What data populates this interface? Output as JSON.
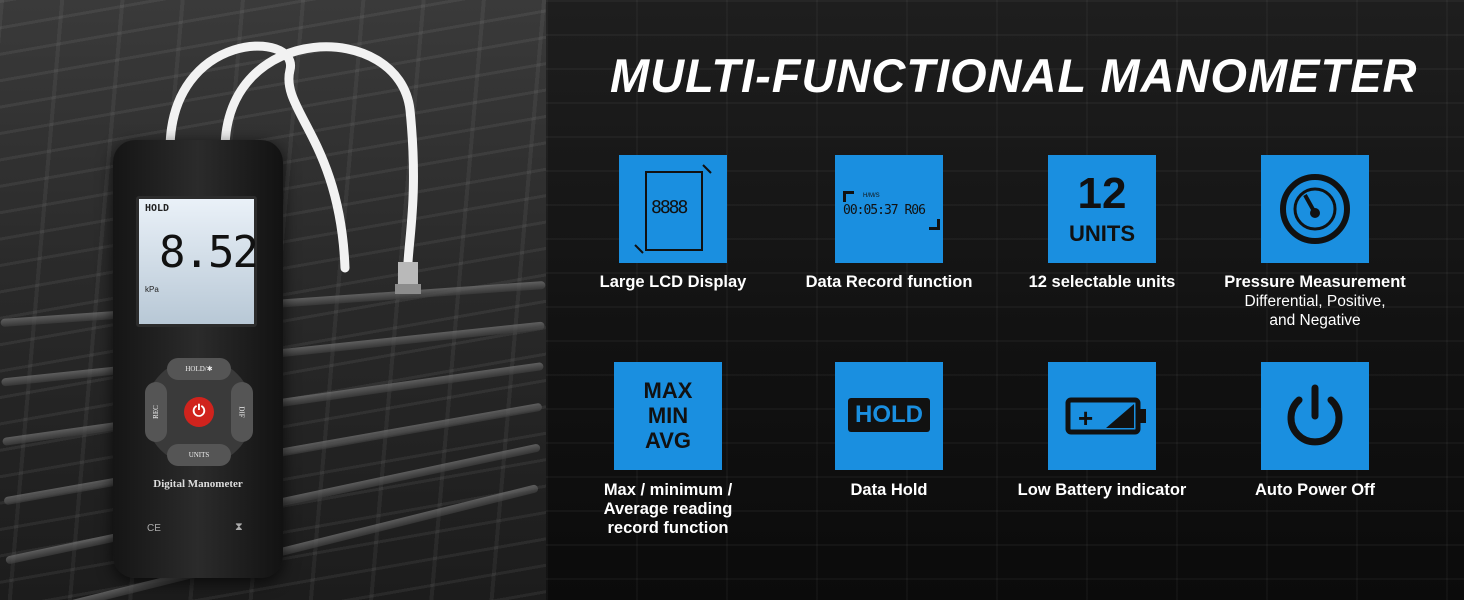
{
  "title": "MULTI-FUNCTIONAL MANOMETER",
  "device": {
    "lcd_hold": "HOLD",
    "lcd_value": "8.52",
    "lcd_unit": "kPa",
    "key_top": "HOLD/✱",
    "key_left": "REC",
    "key_right": "DIF",
    "key_bottom": "UNITS",
    "brand": "Digital Manometer",
    "ce": "CE",
    "bin": "⧗"
  },
  "tiles": {
    "lcd_digits": "8888",
    "record_hms": "H/M/S",
    "record_text": "00:05:37 R06",
    "units_number": "12",
    "units_text": "UNITS",
    "stats": [
      "MAX",
      "MIN",
      "AVG"
    ],
    "hold_text": "HOLD",
    "battery_plus": "+"
  },
  "features": [
    {
      "label": "Large LCD Display",
      "icon": "lcd-display-icon"
    },
    {
      "label": "Data Record function",
      "icon": "data-record-icon"
    },
    {
      "label": "12 selectable units",
      "icon": "units-icon"
    },
    {
      "label": "Pressure Measurement",
      "sub": "Differential, Positive, and Negative",
      "icon": "gauge-icon"
    },
    {
      "label": "Max / minimum / Average reading record function",
      "icon": "max-min-avg-icon"
    },
    {
      "label": "Data Hold",
      "icon": "hold-icon"
    },
    {
      "label": "Low Battery indicator",
      "icon": "battery-icon"
    },
    {
      "label": "Auto Power Off",
      "icon": "power-icon"
    }
  ],
  "colors": {
    "accent": "#1a8fe0",
    "power_button": "#d0231d"
  }
}
